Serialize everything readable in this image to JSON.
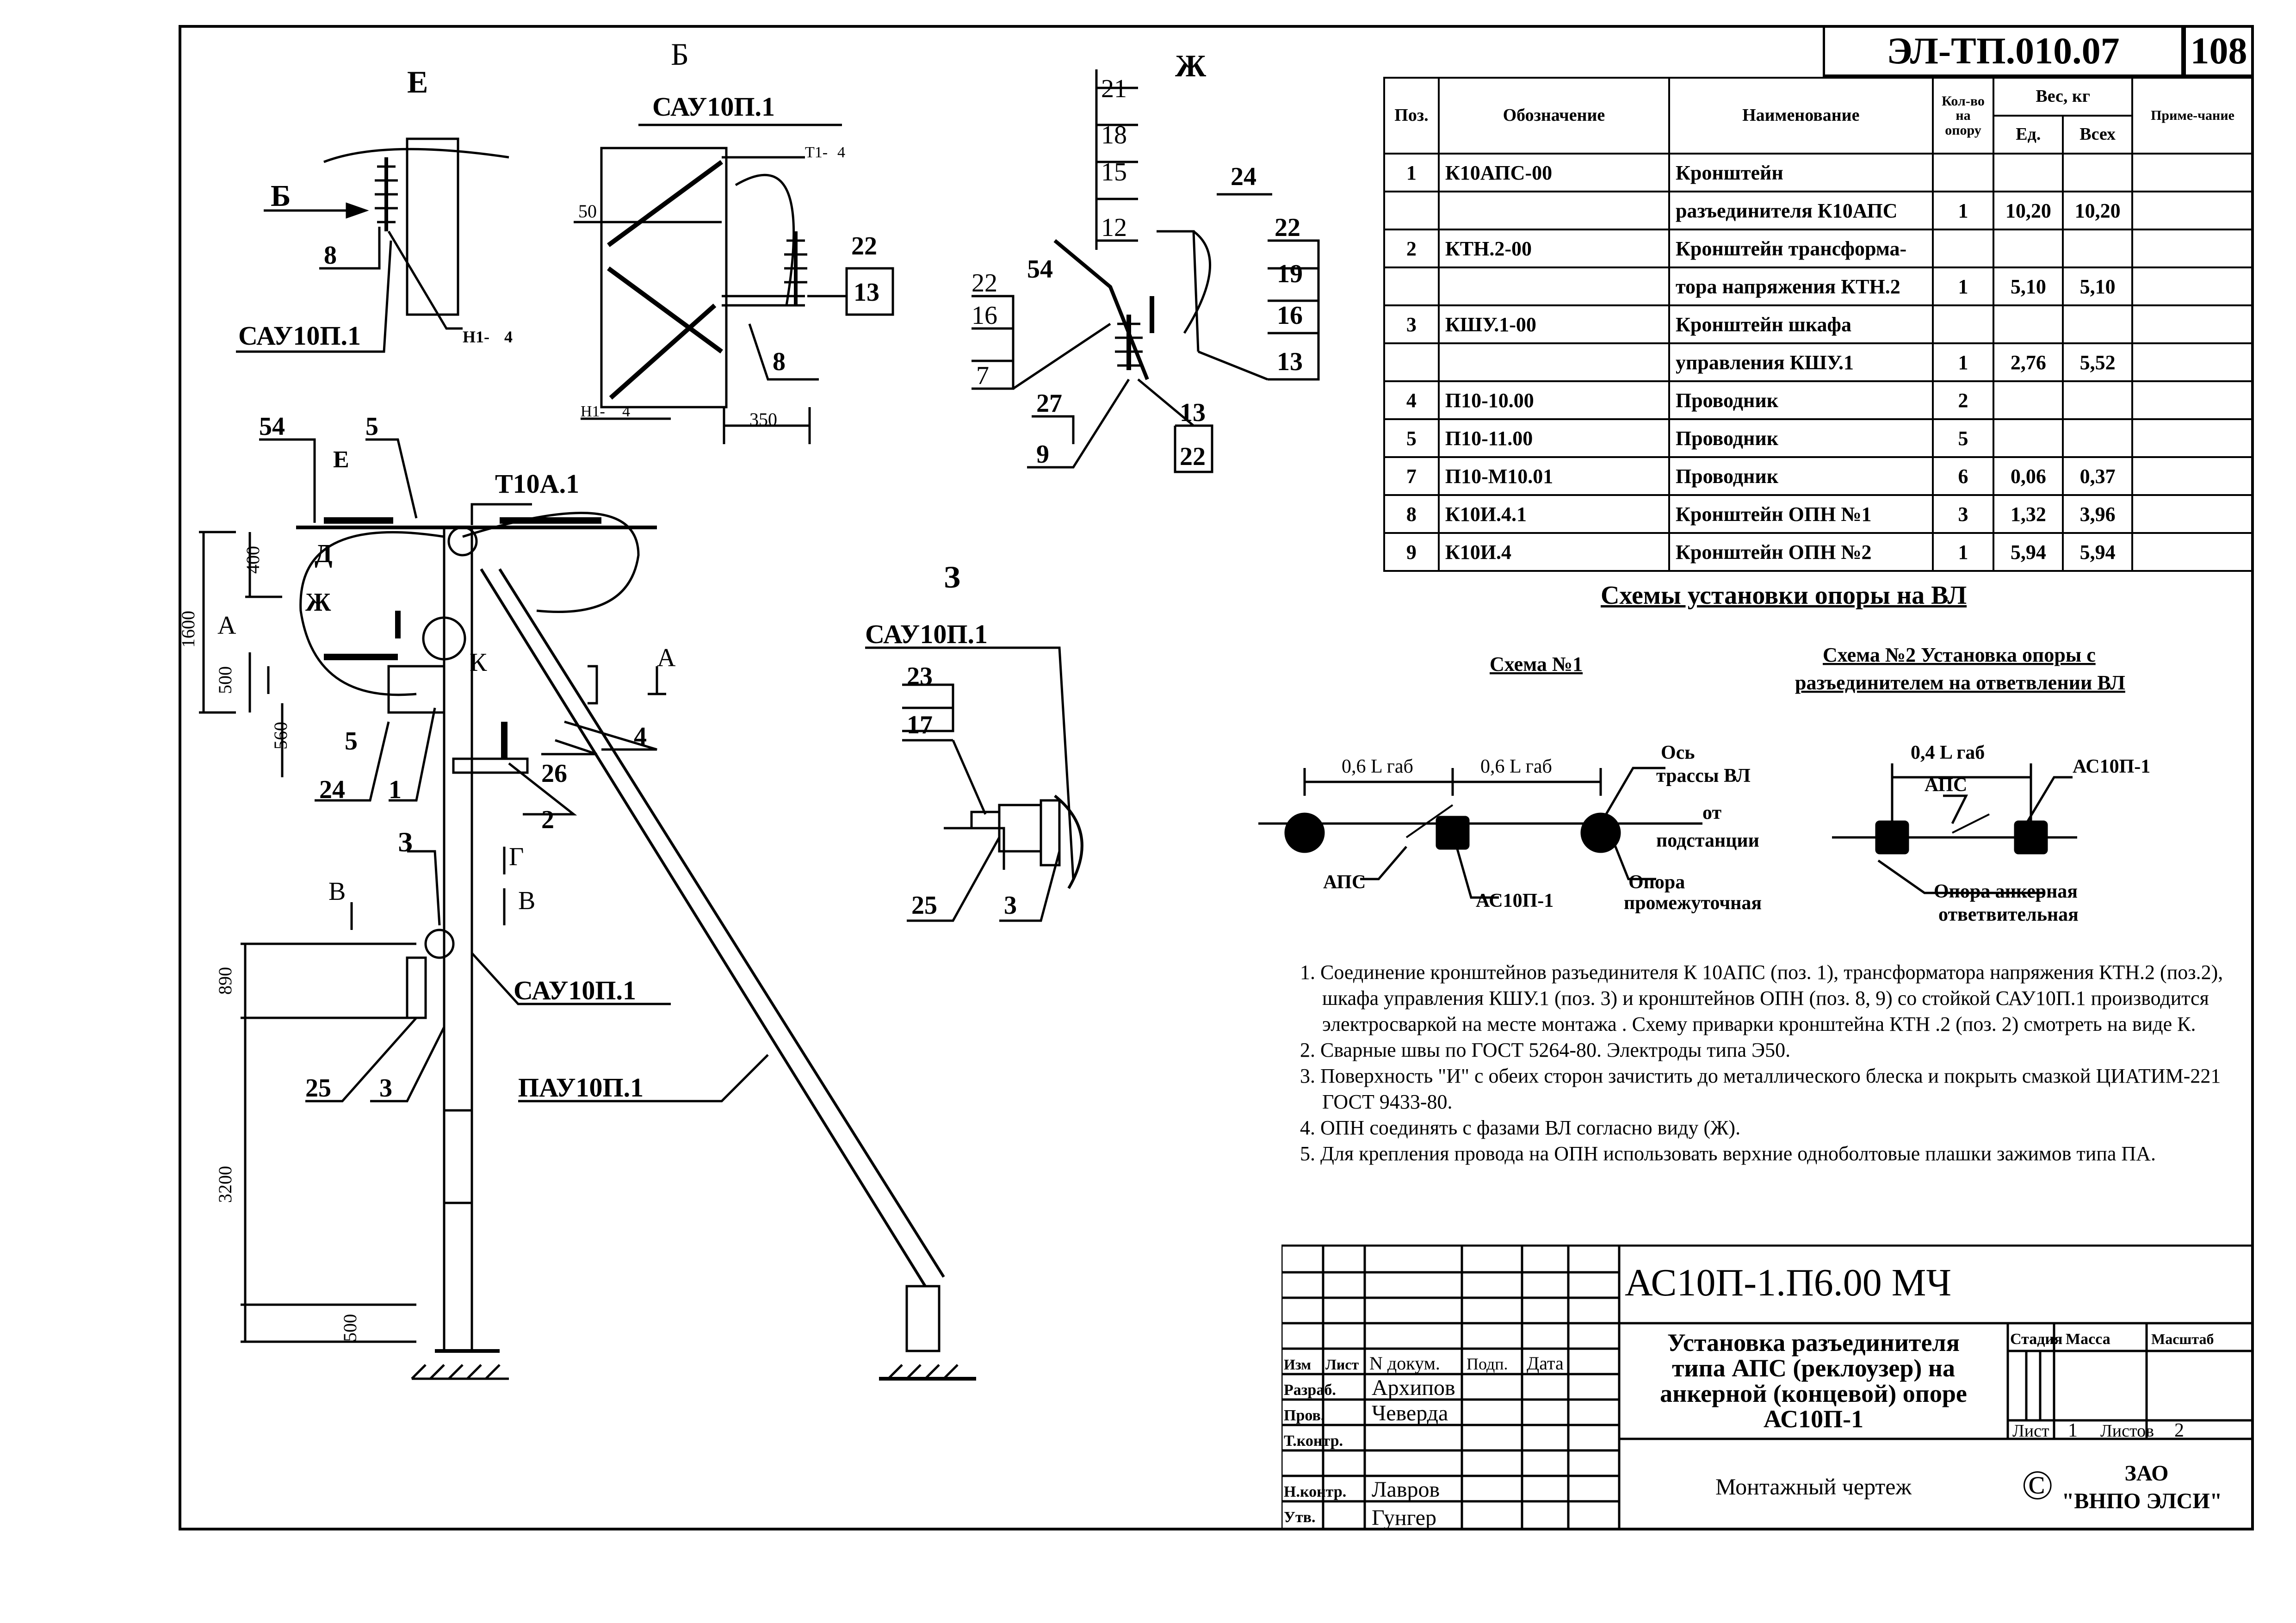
{
  "document": {
    "doc_number": "ЭЛ-ТП.010.07",
    "sheet_number": "108",
    "drawing_code": "АС10П-1.П6.00 МЧ",
    "title_lines": [
      "Установка разъединителя",
      "типа АПС (реклоузер) на",
      "анкерной (концевой) опоре",
      "АС10П-1"
    ],
    "drawing_type": "Монтажный чертеж",
    "company": "ЗАО \"ВНПО ЭЛСИ\"",
    "company_line1": "ЗАО",
    "company_line2": "\"ВНПО ЭЛСИ\"",
    "copyright": "©"
  },
  "spec_table": {
    "headers": {
      "pos": "Поз.",
      "designation": "Обозначение",
      "name": "Наименование",
      "qty": "Кол-во на опору",
      "weight": "Вес, кг",
      "unit": "Ед.",
      "total": "Всех",
      "note": "Приме-чание"
    },
    "rows": [
      {
        "pos": "1",
        "designation": "К10АПС-00",
        "name": "Кронштейн",
        "qty": "",
        "unit": "",
        "total": ""
      },
      {
        "pos": "",
        "designation": "",
        "name": "разъединителя К10АПС",
        "qty": "1",
        "unit": "10,20",
        "total": "10,20"
      },
      {
        "pos": "2",
        "designation": "КТН.2-00",
        "name": "Кронштейн трансформа-",
        "qty": "",
        "unit": "",
        "total": ""
      },
      {
        "pos": "",
        "designation": "",
        "name": "тора напряжения КТН.2",
        "qty": "1",
        "unit": "5,10",
        "total": "5,10"
      },
      {
        "pos": "3",
        "designation": "КШУ.1-00",
        "name": "Кронштейн шкафа",
        "qty": "",
        "unit": "",
        "total": ""
      },
      {
        "pos": "",
        "designation": "",
        "name": "управления КШУ.1",
        "qty": "1",
        "unit": "2,76",
        "total": "5,52"
      },
      {
        "pos": "4",
        "designation": "П10-10.00",
        "name": "Проводник",
        "qty": "2",
        "unit": "",
        "total": ""
      },
      {
        "pos": "5",
        "designation": "П10-11.00",
        "name": "Проводник",
        "qty": "5",
        "unit": "",
        "total": ""
      },
      {
        "pos": "7",
        "designation": "П10-М10.01",
        "name": "Проводник",
        "qty": "6",
        "unit": "0,06",
        "total": "0,37"
      },
      {
        "pos": "8",
        "designation": "К10И.4.1",
        "name": "Кронштейн ОПН №1",
        "qty": "3",
        "unit": "1,32",
        "total": "3,96"
      },
      {
        "pos": "9",
        "designation": "К10И.4",
        "name": "Кронштейн ОПН №2",
        "qty": "1",
        "unit": "5,94",
        "total": "5,94"
      }
    ]
  },
  "schemes": {
    "title": "Схемы установки опоры на ВЛ",
    "scheme1_title": "Схема №1",
    "scheme2_title_line1": "Схема №2 Установка опоры с",
    "scheme2_title_line2": "разъединителем на ответвлении ВЛ",
    "dim_06": "0,6 L габ",
    "dim_04": "0,4 L габ",
    "axis_line1": "Ось",
    "axis_line2": "трассы ВЛ",
    "from_line1": "от",
    "from_line2": "подстанции",
    "aps": "АПС",
    "as10p1": "АС10П-1",
    "intermediate_line1": "Опора",
    "intermediate_line2": "промежуточная",
    "anchor_line1": "Опора анкерная",
    "anchor_line2": "ответвительная"
  },
  "notes": [
    "1. Соединение кронштейнов разъединителя К 10АПС (поз. 1), трансформатора напряжения КТН.2 (поз.2), шкафа управления КШУ.1 (поз. 3) и кронштейнов ОПН (поз. 8, 9) со стойкой САУ10П.1 производится электросваркой на месте монтажа . Схему приварки кронштейна КТН .2 (поз. 2) смотреть на виде К.",
    "2. Сварные швы по ГОСТ 5264-80. Электроды типа Э50.",
    "3. Поверхность \"И\" с обеих сторон зачистить до металлического блеска и покрыть смазкой ЦИАТИМ-221 ГОСТ 9433-80.",
    "4. ОПН соединять с фазами ВЛ согласно виду (Ж).",
    "5. Для крепления провода на ОПН использовать верхние одноболтовые плашки зажимов типа ПА."
  ],
  "title_block": {
    "cols": [
      "Изм",
      "Лист",
      "N докум.",
      "Подп.",
      "Дата"
    ],
    "roles": [
      "Разраб.",
      "Пров.",
      "Т.контр.",
      "",
      "Н.контр.",
      "Утв."
    ],
    "names": [
      "Архипов",
      "Чеверда",
      "",
      "",
      "Лавров",
      "Гунгер"
    ],
    "stage": "Стадия",
    "mass": "Масса",
    "scale": "Масштаб",
    "sheet_label": "Лист",
    "sheet_value": "1",
    "sheets_label": "Листов",
    "sheets_value": "2"
  },
  "drawing_labels": {
    "view_E": "Е",
    "view_B": "Б",
    "view_Zh": "Ж",
    "view_Z": "З",
    "sau": "САУ10П.1",
    "pau": "ПАУ10П.1",
    "t10a": "Т10А.1",
    "weld_h1": "Н1-",
    "weld_t1": "Т1-",
    "weld_4": "4",
    "dim_50": "50",
    "dim_350": "350",
    "dim_400": "400",
    "dim_1600": "1600",
    "dim_500": "500",
    "dim_560": "560",
    "dim_890": "890",
    "dim_3200": "3200",
    "letter_A": "А",
    "letter_D": "Д",
    "letter_K": "К",
    "letter_G": "Г",
    "letter_V": "В",
    "callouts_E": [
      "8"
    ],
    "callouts_B": [
      "22",
      "13",
      "8"
    ],
    "callouts_Zh": [
      "21",
      "18",
      "15",
      "12",
      "24",
      "22",
      "19",
      "16",
      "13",
      "54",
      "22",
      "16",
      "7",
      "27",
      "9",
      "13",
      "22"
    ],
    "callouts_Z": [
      "23",
      "17",
      "25",
      "3"
    ],
    "callouts_main": [
      "54",
      "5",
      "5",
      "24",
      "1",
      "26",
      "2",
      "4",
      "25",
      "3"
    ]
  }
}
